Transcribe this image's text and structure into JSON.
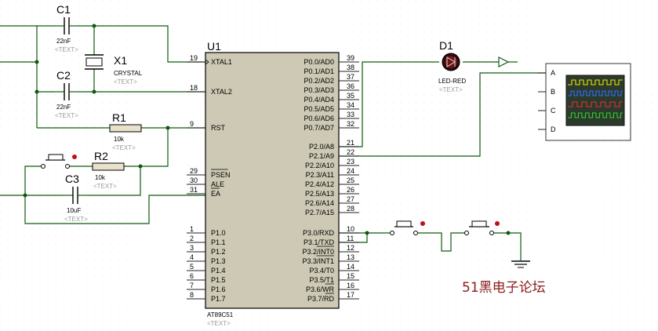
{
  "components": {
    "c1": {
      "ref": "C1",
      "value": "22nF",
      "text": "<TEXT>"
    },
    "c2": {
      "ref": "C2",
      "value": "22nF",
      "text": "<TEXT>"
    },
    "c3": {
      "ref": "C3",
      "value": "10uF",
      "text": "<TEXT>"
    },
    "x1": {
      "ref": "X1",
      "value": "CRYSTAL",
      "text": "<TEXT>"
    },
    "r1": {
      "ref": "R1",
      "value": "10k",
      "text": "<TEXT>"
    },
    "r2": {
      "ref": "R2",
      "value": "10k",
      "text": "<TEXT>"
    },
    "d1": {
      "ref": "D1",
      "value": "LED-RED",
      "text": "<TEXT>"
    },
    "u1": {
      "ref": "U1",
      "value": "AT89C51",
      "text": "<TEXT>"
    }
  },
  "u1_left_pins": [
    {
      "num": "19",
      "name": "XTAL1"
    },
    {
      "num": "18",
      "name": "XTAL2"
    },
    {
      "num": "9",
      "name": "RST"
    },
    {
      "num": "29",
      "name": "PSEN"
    },
    {
      "num": "30",
      "name": "ALE"
    },
    {
      "num": "31",
      "name": "EA"
    },
    {
      "num": "1",
      "name": "P1.0"
    },
    {
      "num": "2",
      "name": "P1.1"
    },
    {
      "num": "3",
      "name": "P1.2"
    },
    {
      "num": "4",
      "name": "P1.3"
    },
    {
      "num": "5",
      "name": "P1.4"
    },
    {
      "num": "6",
      "name": "P1.5"
    },
    {
      "num": "7",
      "name": "P1.6"
    },
    {
      "num": "8",
      "name": "P1.7"
    }
  ],
  "u1_right_pins": [
    {
      "num": "39",
      "name": "P0.0/AD0"
    },
    {
      "num": "38",
      "name": "P0.1/AD1"
    },
    {
      "num": "37",
      "name": "P0.2/AD2"
    },
    {
      "num": "36",
      "name": "P0.3/AD3"
    },
    {
      "num": "35",
      "name": "P0.4/AD4"
    },
    {
      "num": "34",
      "name": "P0.5/AD5"
    },
    {
      "num": "33",
      "name": "P0.6/AD6"
    },
    {
      "num": "32",
      "name": "P0.7/AD7"
    },
    {
      "num": "21",
      "name": "P2.0/A8"
    },
    {
      "num": "22",
      "name": "P2.1/A9"
    },
    {
      "num": "23",
      "name": "P2.2/A10"
    },
    {
      "num": "24",
      "name": "P2.3/A11"
    },
    {
      "num": "25",
      "name": "P2.4/A12"
    },
    {
      "num": "26",
      "name": "P2.5/A13"
    },
    {
      "num": "27",
      "name": "P2.6/A14"
    },
    {
      "num": "28",
      "name": "P2.7/A15"
    },
    {
      "num": "10",
      "name": "P3.0/RXD"
    },
    {
      "num": "11",
      "name": "P3.1/TXD"
    },
    {
      "num": "12",
      "name": "P3.2/INT0"
    },
    {
      "num": "13",
      "name": "P3.3/INT1"
    },
    {
      "num": "14",
      "name": "P3.4/T0"
    },
    {
      "num": "15",
      "name": "P3.5/T1"
    },
    {
      "num": "16",
      "name": "P3.6/WR"
    },
    {
      "num": "17",
      "name": "P3.7/RD"
    }
  ],
  "scope_channels": [
    "A",
    "B",
    "C",
    "D"
  ],
  "scope_colors": [
    "#e6e600",
    "#2f6fff",
    "#e33030",
    "#2fd02f"
  ],
  "watermark": "51黑电子论坛"
}
